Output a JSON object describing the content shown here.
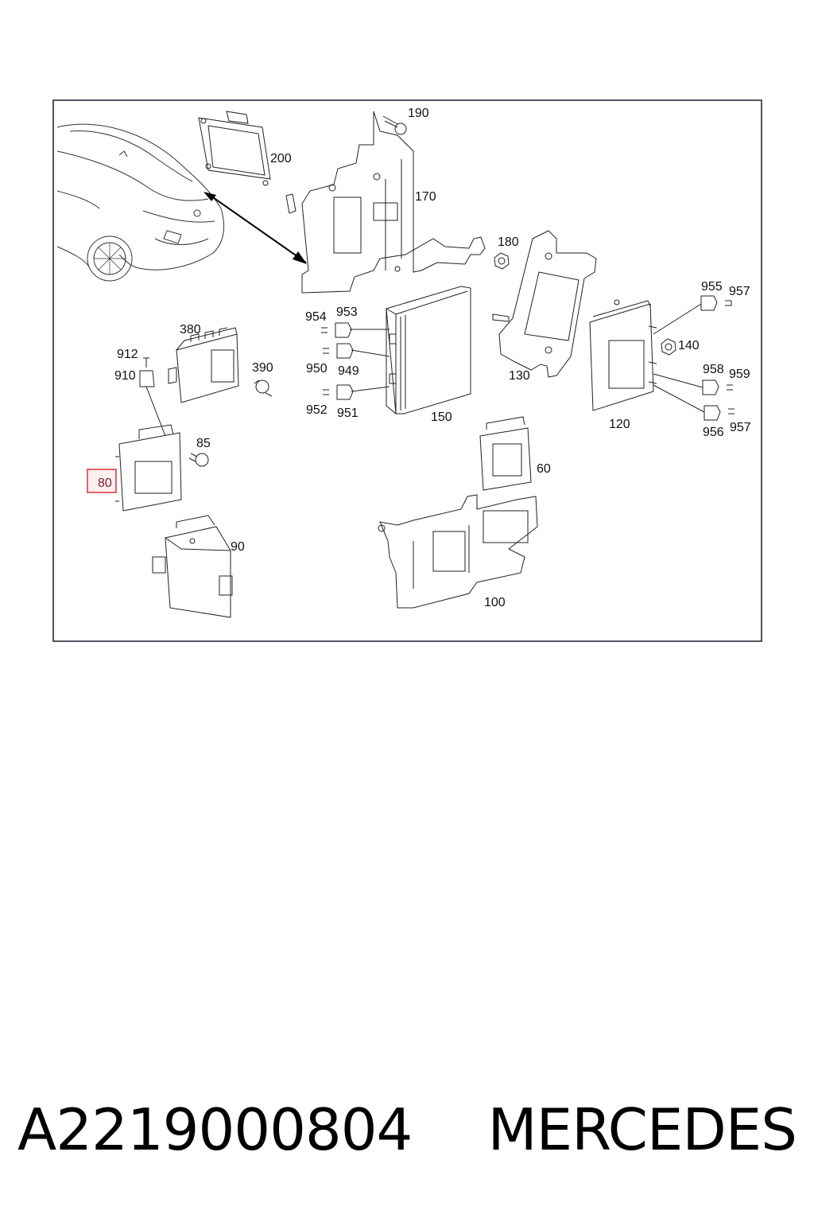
{
  "diagram": {
    "labels": {
      "190": "190",
      "200": "200",
      "170": "170",
      "180": "180",
      "130": "130",
      "955": "955",
      "957a": "957",
      "140": "140",
      "958": "958",
      "959": "959",
      "956": "956",
      "957b": "957",
      "120": "120",
      "954": "954",
      "953": "953",
      "950": "950",
      "949": "949",
      "952": "952",
      "951": "951",
      "150": "150",
      "380": "380",
      "390": "390",
      "912": "912",
      "910": "910",
      "85": "85",
      "80": "80",
      "60": "60",
      "90": "90",
      "100": "100"
    },
    "highlighted_part": "80",
    "highlight_color": "#e03040"
  },
  "footer": {
    "part_number": "A2219000804",
    "brand": "MERCEDES"
  }
}
